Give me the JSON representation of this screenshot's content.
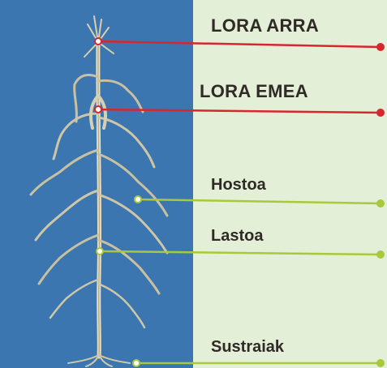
{
  "labels": [
    {
      "id": "male-flower",
      "text": "LORA ARRA",
      "color": "#d7262d"
    },
    {
      "id": "female-flower",
      "text": "LORA EMEA",
      "color": "#d7262d"
    },
    {
      "id": "leaf",
      "text": "Hostoa",
      "color": "#a7c93a"
    },
    {
      "id": "stalk",
      "text": "Lastoa",
      "color": "#a7c93a"
    },
    {
      "id": "roots",
      "text": "Sustraiak",
      "color": "#a7c93a"
    }
  ],
  "colors": {
    "panel": "#e4efd7",
    "photo_sky": "#3f79b4",
    "plant": "#cfc7aa",
    "label_text": "#2f2a26"
  }
}
